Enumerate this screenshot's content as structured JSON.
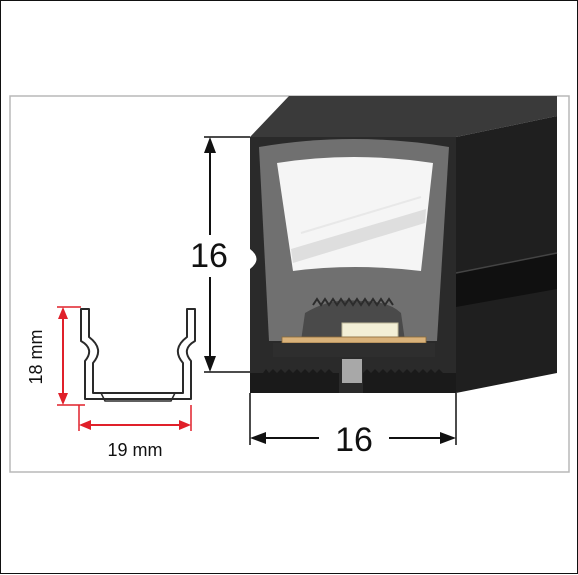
{
  "profile": {
    "height_label": "16",
    "width_label": "16"
  },
  "clip": {
    "height_label": "18 mm",
    "width_label": "19 mm"
  },
  "colors": {
    "profile_body": "#2a2a2a",
    "diffuser": "#6e6e6e",
    "dimension_red": "#e0202a",
    "led_chip": "#f3efd6",
    "pcb": "#d9b27a"
  }
}
